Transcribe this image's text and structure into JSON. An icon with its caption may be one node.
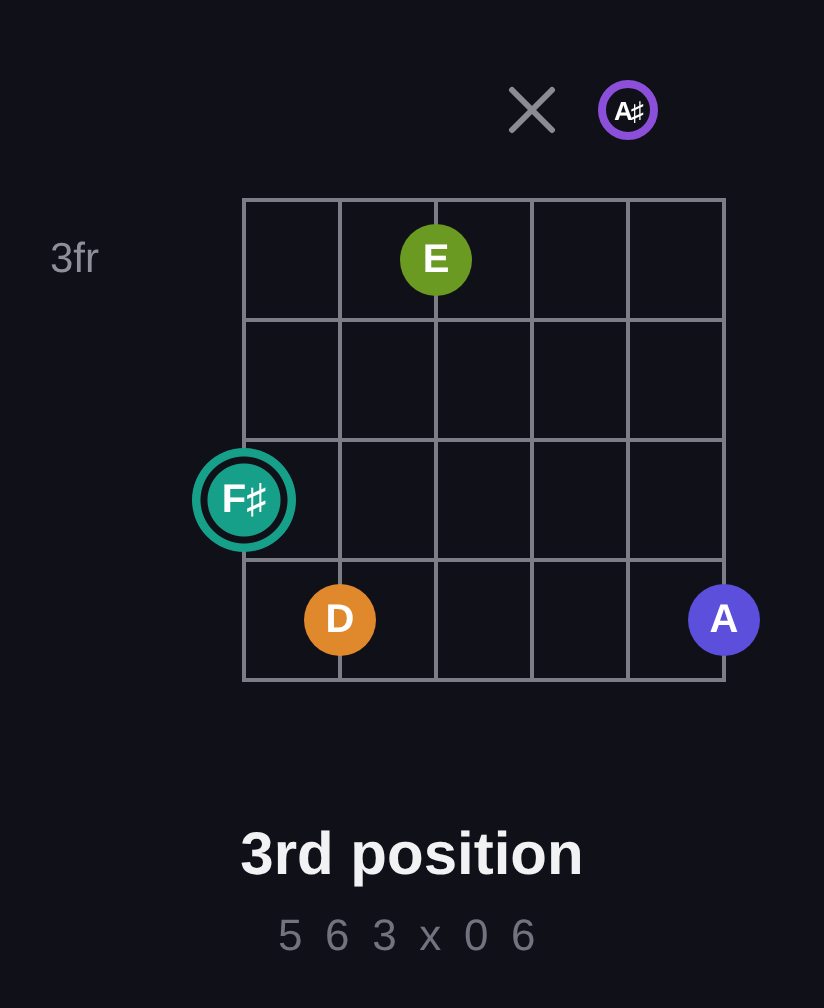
{
  "diagram": {
    "title": "3rd position",
    "caption": "5 6 3 x 0 6",
    "nodes": [
      {
        "text": [
          "A♯"
        ]
      },
      {
        "text": [
          "E"
        ]
      },
      {
        "text": [
          "F♯"
        ]
      },
      {
        "text": [
          "D"
        ]
      },
      {
        "text": [
          "A"
        ]
      }
    ],
    "labels": [
      "3fr"
    ]
  }
}
